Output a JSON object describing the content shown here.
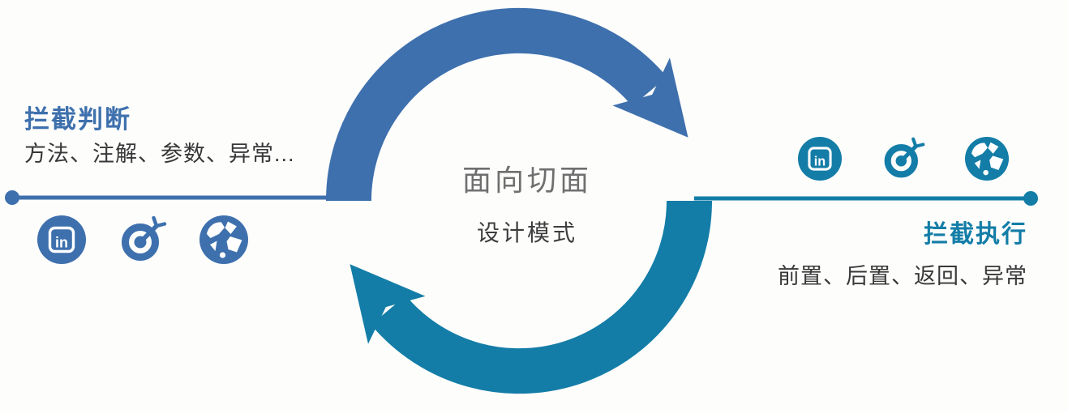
{
  "colors": {
    "steel_blue": "#3e70ad",
    "teal": "#137da7",
    "subtitle_text": "#383838",
    "center_title_gray": "#6f6f6f",
    "center_subtitle_dark": "#3d3d3d"
  },
  "center": {
    "title": "面向切面",
    "subtitle": "设计模式"
  },
  "left": {
    "title": "拦截判断",
    "subtitle": "方法、注解、参数、异常...",
    "icons": [
      "linkedin-icon",
      "target-icon",
      "globe-icon"
    ]
  },
  "right": {
    "title": "拦截执行",
    "subtitle": "前置、后置、返回、异常",
    "icons": [
      "linkedin-icon",
      "target-icon",
      "globe-icon"
    ]
  },
  "linkedin_label": "in"
}
